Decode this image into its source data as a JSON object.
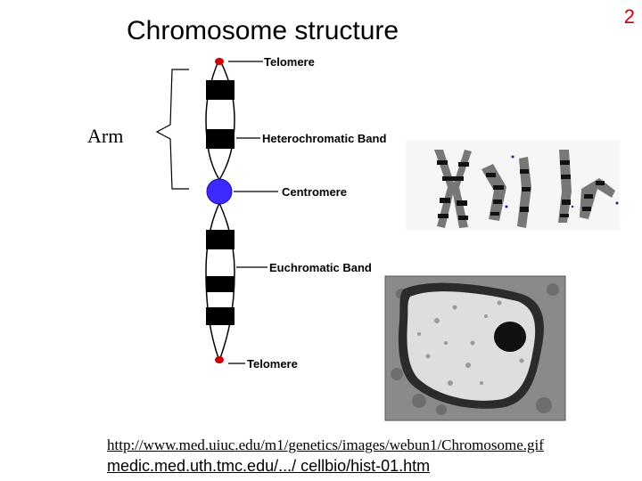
{
  "slide": {
    "title": "Chromosome structure",
    "page_number": "2",
    "arm_label": "Arm"
  },
  "diagram": {
    "labels": {
      "telomere_top": "Telomere",
      "heterochromatic_band": "Heterochromatic Band",
      "centromere": "Centromere",
      "euchromatic_band": "Euchromatic Band",
      "telomere_bottom": "Telomere"
    },
    "colors": {
      "telomere": "#cc0000",
      "centromere": "#3b2bff",
      "band_dark": "#000000",
      "band_light": "#ffffff"
    }
  },
  "sources": {
    "url_1": "http://www.med.uiuc.edu/m1/genetics/images/webun1/Chromosome.gif",
    "url_2": "medic.med.uth.tmc.edu/.../ cellbio/hist-01.htm"
  }
}
